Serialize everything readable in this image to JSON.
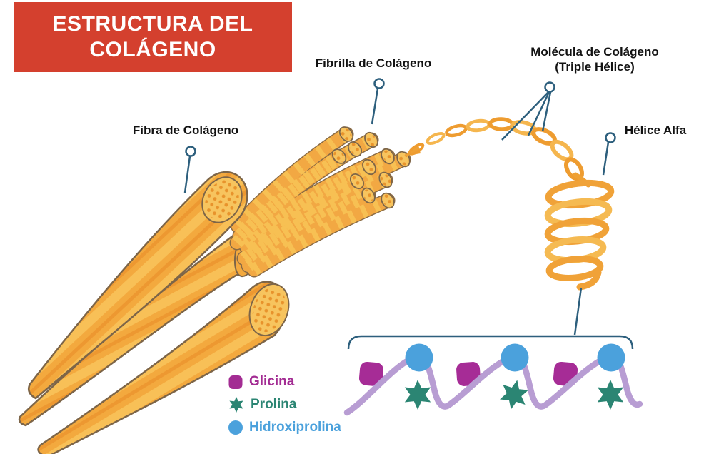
{
  "banner": {
    "title_line1": "ESTRUCTURA DEL",
    "title_line2": "COLÁGENO"
  },
  "labels": {
    "fibra": "Fibra de Colágeno",
    "fibrilla": "Fibrilla de Colágeno",
    "molecula_line1": "Molécula de Colágeno",
    "molecula_line2": "(Triple Hélice)",
    "helice_alfa": "Hélice Alfa"
  },
  "legend": {
    "items": [
      {
        "label": "Glicina",
        "shape": "square",
        "color": "#A32C93"
      },
      {
        "label": "Prolina",
        "shape": "star",
        "color": "#2B8573"
      },
      {
        "label": "Hidroxiprolina",
        "shape": "circle",
        "color": "#4BA1DC"
      }
    ]
  },
  "chain": {
    "repeats": 3,
    "unit_sequence": [
      "Glicina",
      "Hidroxiprolina",
      "Prolina"
    ]
  },
  "colors": {
    "banner_bg": "#D4402E",
    "banner_text": "#FFFFFF",
    "label_text": "#121212",
    "pin": "#2D5F7D",
    "fiber_base": "#F3A93E",
    "fiber_stripe_light": "#F8C057",
    "fiber_stripe_dark": "#ED9831",
    "fiber_outline": "#7D6548",
    "helix_orange": "#EFA134",
    "helix_orange_light": "#F5B64E",
    "glicina": "#A32C93",
    "prolina": "#2B8573",
    "hidroxiprolina": "#4BA1DC",
    "chain_backbone": "#B89DD3"
  }
}
